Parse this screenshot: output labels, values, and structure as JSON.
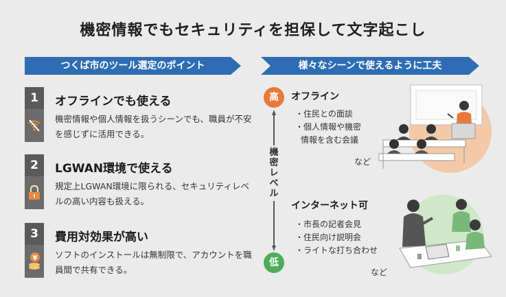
{
  "title": "機密情報でもセキュリティを担保して文字起こし",
  "banner_left": "つくば市のツール選定のポイント",
  "banner_right": "様々なシーンで使えるように工夫",
  "points": [
    {
      "num": "1",
      "heading": "オフラインでも使える",
      "body": "機密情報や個人情報を扱うシーンでも、職員が不安を感じずに活用できる。",
      "icon": "wifi-off-icon"
    },
    {
      "num": "2",
      "heading": "LGWAN環境で使える",
      "body": "規定上LGWAN環境に限られる、セキュリティレベルの高い内容も扱える。",
      "icon": "lock-icon"
    },
    {
      "num": "3",
      "heading": "費用対効果が高い",
      "body": "ソフトのインストールは無制限で、アカウントを職員間で共有できる。",
      "icon": "coins-yen-icon"
    }
  ],
  "axis": {
    "high": "高",
    "low": "低",
    "label": "機密レベル"
  },
  "scenes": [
    {
      "title": "オフライン",
      "items": [
        "・住民との面談",
        "・個人情報や機密",
        "情報を含む会議"
      ],
      "etc": "など"
    },
    {
      "title": "インターネット可",
      "items": [
        "・市長の記者会見",
        "・住民向け説明会",
        "・ライトな打ち合わせ"
      ],
      "etc": "など"
    }
  ],
  "colors": {
    "banner": "#2e6db3",
    "high": "#e77a3b",
    "low": "#4cae5a",
    "num_box": "#5a5a5a",
    "accent_orange": "#f2b48a"
  }
}
